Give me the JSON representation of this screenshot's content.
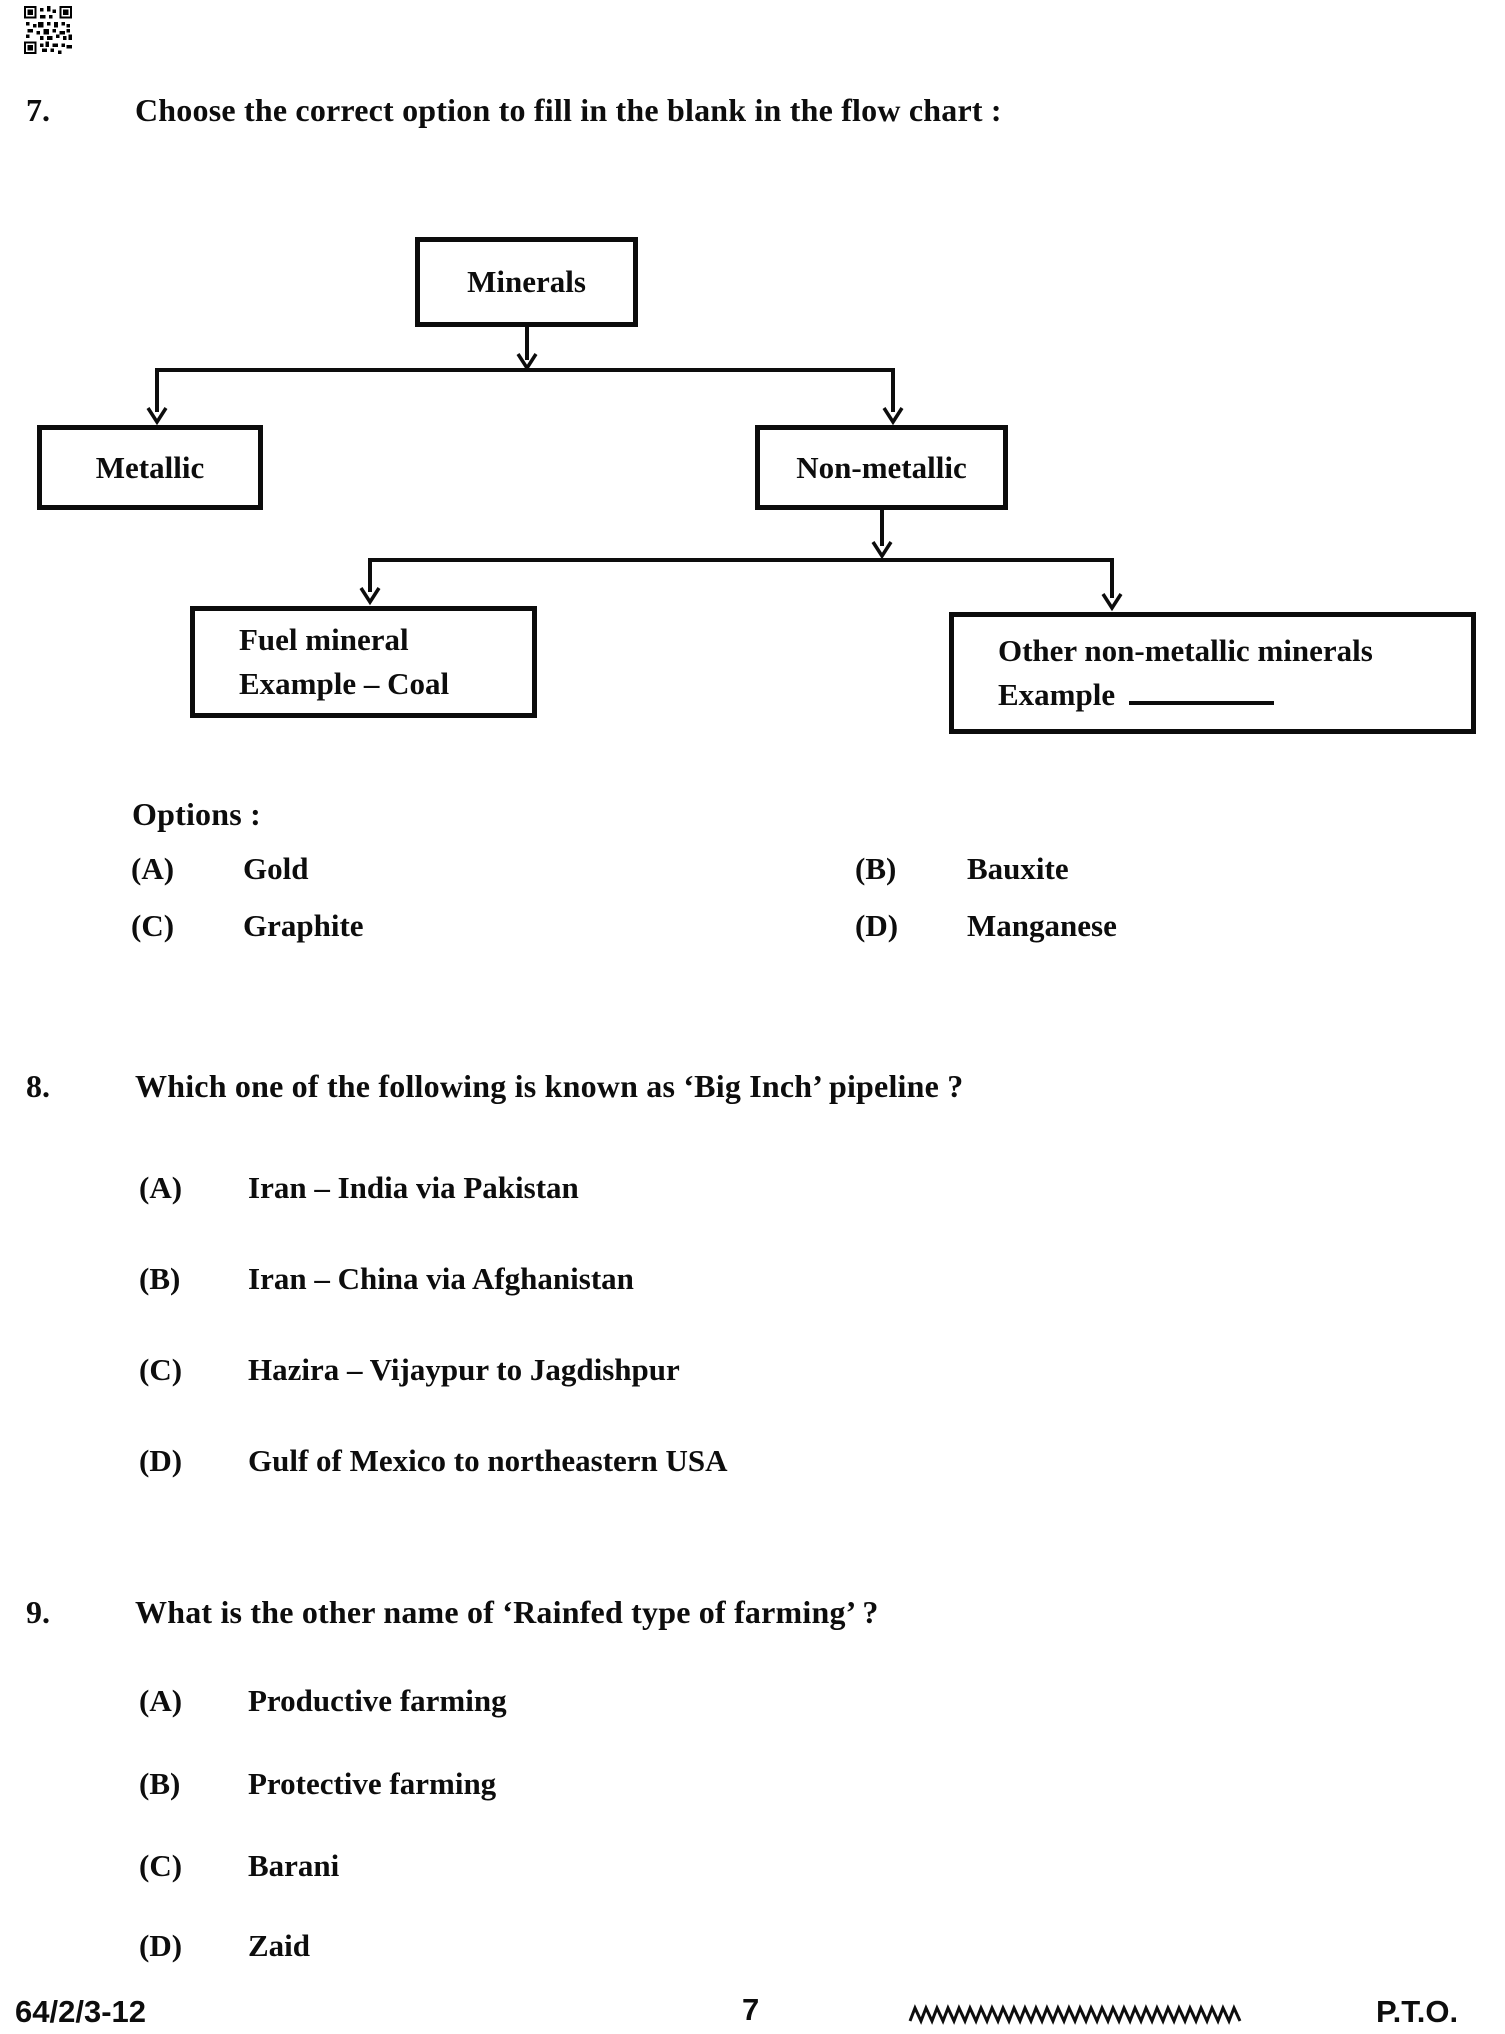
{
  "qr": {
    "name": "qr-code"
  },
  "questions": [
    {
      "number": "7.",
      "text": "Choose the correct option to fill in the blank in the flow chart :",
      "options_label": "Options :",
      "flowchart": {
        "root": "Minerals",
        "branch_left": "Metallic",
        "branch_right": "Non-metallic",
        "leaf_left": {
          "line1": "Fuel mineral",
          "line2": "Example – Coal"
        },
        "leaf_right": {
          "line1": "Other non-metallic minerals",
          "line2": "Example"
        }
      },
      "options": [
        {
          "letter": "(A)",
          "text": "Gold"
        },
        {
          "letter": "(B)",
          "text": "Bauxite"
        },
        {
          "letter": "(C)",
          "text": "Graphite"
        },
        {
          "letter": "(D)",
          "text": "Manganese"
        }
      ]
    },
    {
      "number": "8.",
      "text": "Which one of the following is known as ‘Big Inch’ pipeline ?",
      "options": [
        {
          "letter": "(A)",
          "text": "Iran – India via Pakistan"
        },
        {
          "letter": "(B)",
          "text": "Iran – China via Afghanistan"
        },
        {
          "letter": "(C)",
          "text": "Hazira – Vijaypur to Jagdishpur"
        },
        {
          "letter": "(D)",
          "text": "Gulf of Mexico to northeastern USA"
        }
      ]
    },
    {
      "number": "9.",
      "text": "What is the other name of ‘Rainfed type of farming’ ?",
      "options": [
        {
          "letter": "(A)",
          "text": "Productive farming"
        },
        {
          "letter": "(B)",
          "text": "Protective farming"
        },
        {
          "letter": "(C)",
          "text": "Barani"
        },
        {
          "letter": "(D)",
          "text": "Zaid"
        }
      ]
    }
  ],
  "footer": {
    "paper_code": "64/2/3-12",
    "page_number": "7",
    "pto": "P.T.O."
  }
}
